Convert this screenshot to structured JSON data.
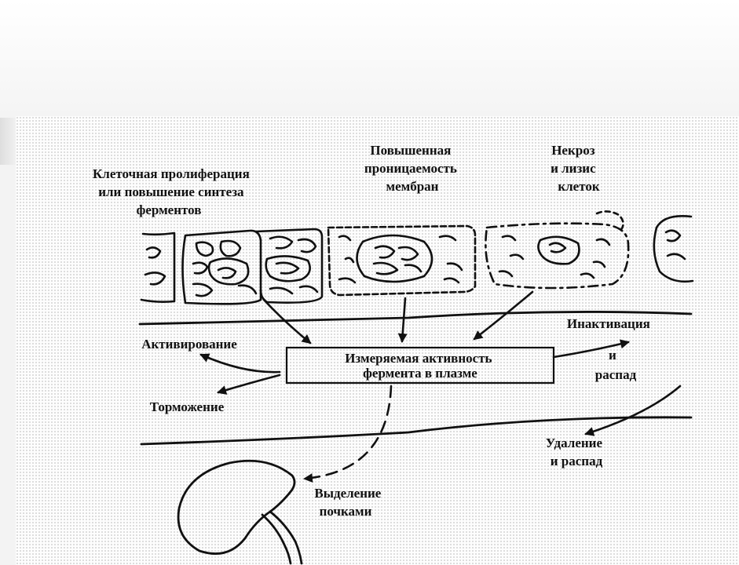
{
  "labels": {
    "proliferation": [
      "Клеточная пролиферация",
      "или повышение синтеза",
      "ферментов"
    ],
    "permeability": [
      "Повышенная",
      "проницаемость",
      "мембран"
    ],
    "necrosis": [
      "Некроз",
      "и лизис",
      "клеток"
    ],
    "measured_activity": [
      "Измеряемая активность",
      "фермента в плазме"
    ],
    "activation": [
      "Активирование"
    ],
    "inhibition": [
      "Торможение"
    ],
    "inactivation": [
      "Инактивация",
      "и",
      "распад"
    ],
    "removal": [
      "Удаление",
      "и распад"
    ],
    "excretion": [
      "Выделение",
      "почками"
    ]
  }
}
